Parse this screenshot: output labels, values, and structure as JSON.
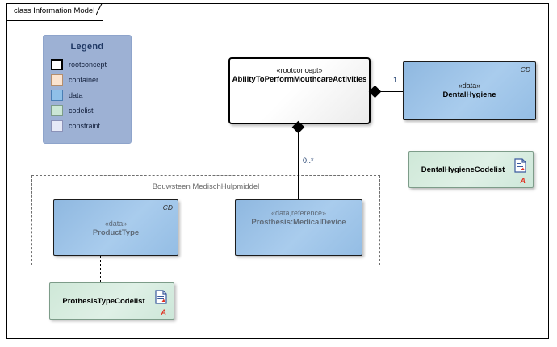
{
  "diagram": {
    "tab_label": "class Information Model"
  },
  "legend": {
    "title": "Legend",
    "items": [
      {
        "label": "rootconcept",
        "color": "#ffffff",
        "border": "#000000"
      },
      {
        "label": "container",
        "color": "#fbe3cf",
        "border": "#b58e6d"
      },
      {
        "label": "data",
        "color": "#8fc0e8",
        "border": "#4a7fb5"
      },
      {
        "label": "codelist",
        "color": "#cbe7d5",
        "border": "#7d9c89"
      },
      {
        "label": "constraint",
        "color": "#e6e9f7",
        "border": "#8b92b8"
      }
    ]
  },
  "nodes": {
    "root_concept": {
      "stereotype": "«rootconcept»",
      "name": "AbilityToPerformMouthcareActivities"
    },
    "dental_hygiene": {
      "stereotype": "«data»",
      "name": "DentalHygiene",
      "tag": "CD"
    },
    "dental_hygiene_codelist": {
      "name": "DentalHygieneCodelist",
      "marker": "A"
    },
    "product_type": {
      "stereotype": "«data»",
      "name": "ProductType",
      "tag": "CD"
    },
    "prosthesis_medical_device": {
      "stereotype": "«data,reference»",
      "name": "Prosthesis:MedicalDevice"
    },
    "prothesis_type_codelist": {
      "name": "ProthesisTypeCodelist",
      "marker": "A"
    }
  },
  "container": {
    "label": "Bouwsteen MedischHulpmiddel"
  },
  "multiplicities": {
    "dental_hygiene_end": "1",
    "prosthesis_end": "0..*"
  }
}
